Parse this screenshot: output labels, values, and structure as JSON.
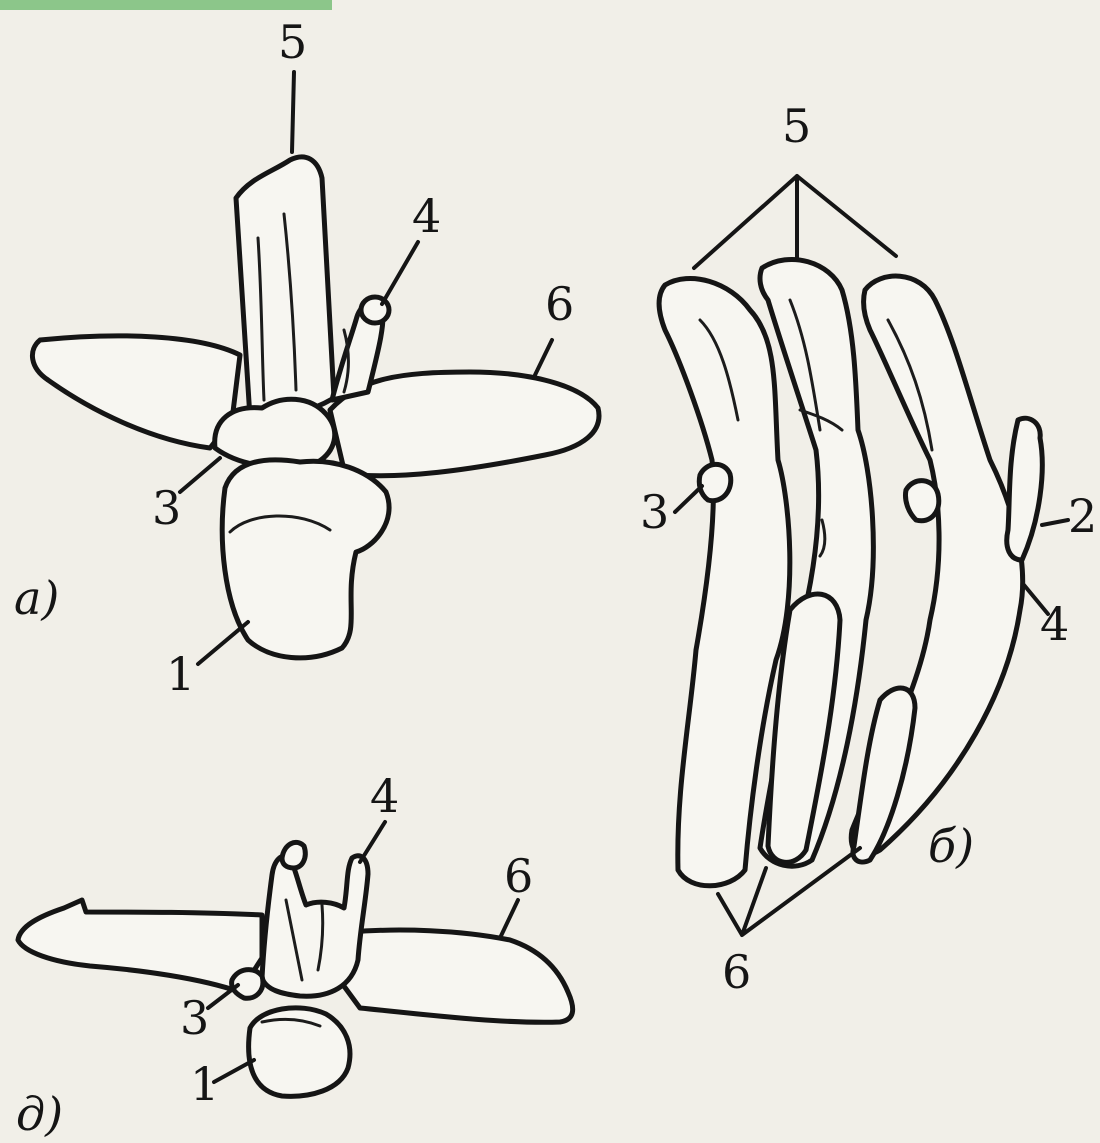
{
  "accent": "#8cc68a",
  "panels": {
    "a": {
      "letter": "а)",
      "labels": {
        "n5": "5",
        "n4": "4",
        "n6": "6",
        "n3": "3",
        "n1": "1"
      }
    },
    "b": {
      "letter": "б)",
      "labels": {
        "n5": "5",
        "n3": "3",
        "n2": "2",
        "n4": "4",
        "n6": "6"
      }
    },
    "d": {
      "letter": "д)",
      "labels": {
        "n4": "4",
        "n6": "6",
        "n3": "3",
        "n1": "1"
      }
    }
  }
}
